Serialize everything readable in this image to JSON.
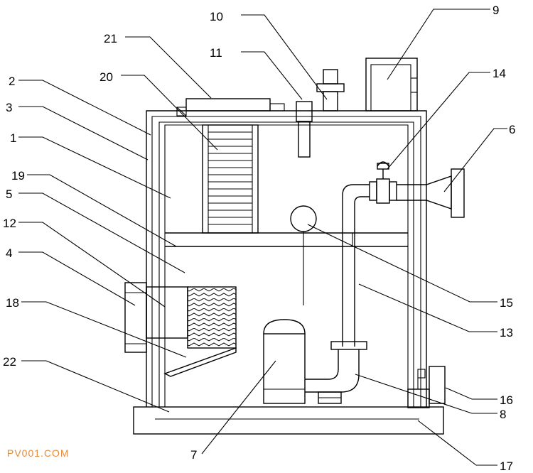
{
  "diagram": {
    "labels": [
      "1",
      "2",
      "3",
      "4",
      "5",
      "6",
      "7",
      "8",
      "9",
      "10",
      "11",
      "12",
      "13",
      "14",
      "15",
      "16",
      "17",
      "18",
      "19",
      "20",
      "21",
      "22"
    ],
    "watermark": "PV001.COM",
    "watermark_color": "#e58a3a"
  }
}
